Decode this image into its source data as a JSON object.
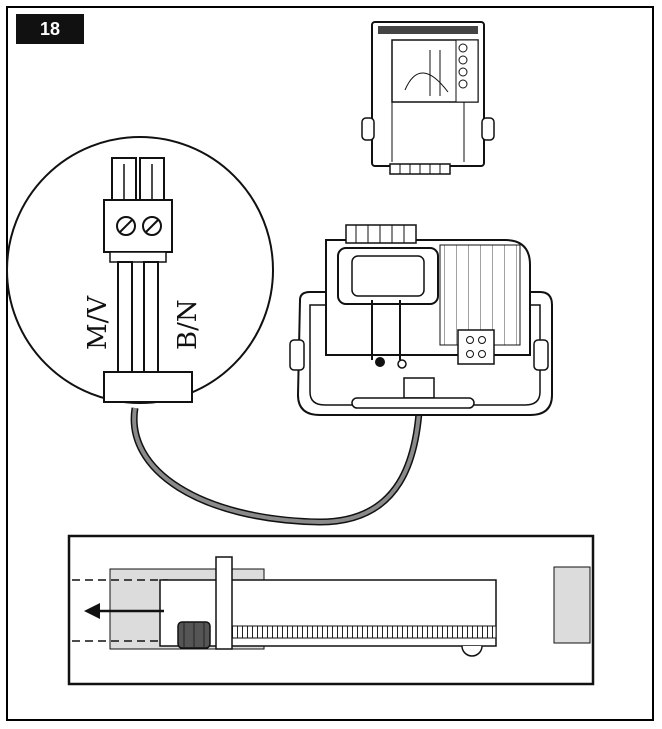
{
  "figure": {
    "number": "18"
  },
  "detail": {
    "wire_left_label": "M/V",
    "wire_right_label": "B/N"
  },
  "colors": {
    "ink": "#111111",
    "motor_fill": "#ececec",
    "panel_fill": "#dcdcdc",
    "cable": "#8a8a8a"
  }
}
